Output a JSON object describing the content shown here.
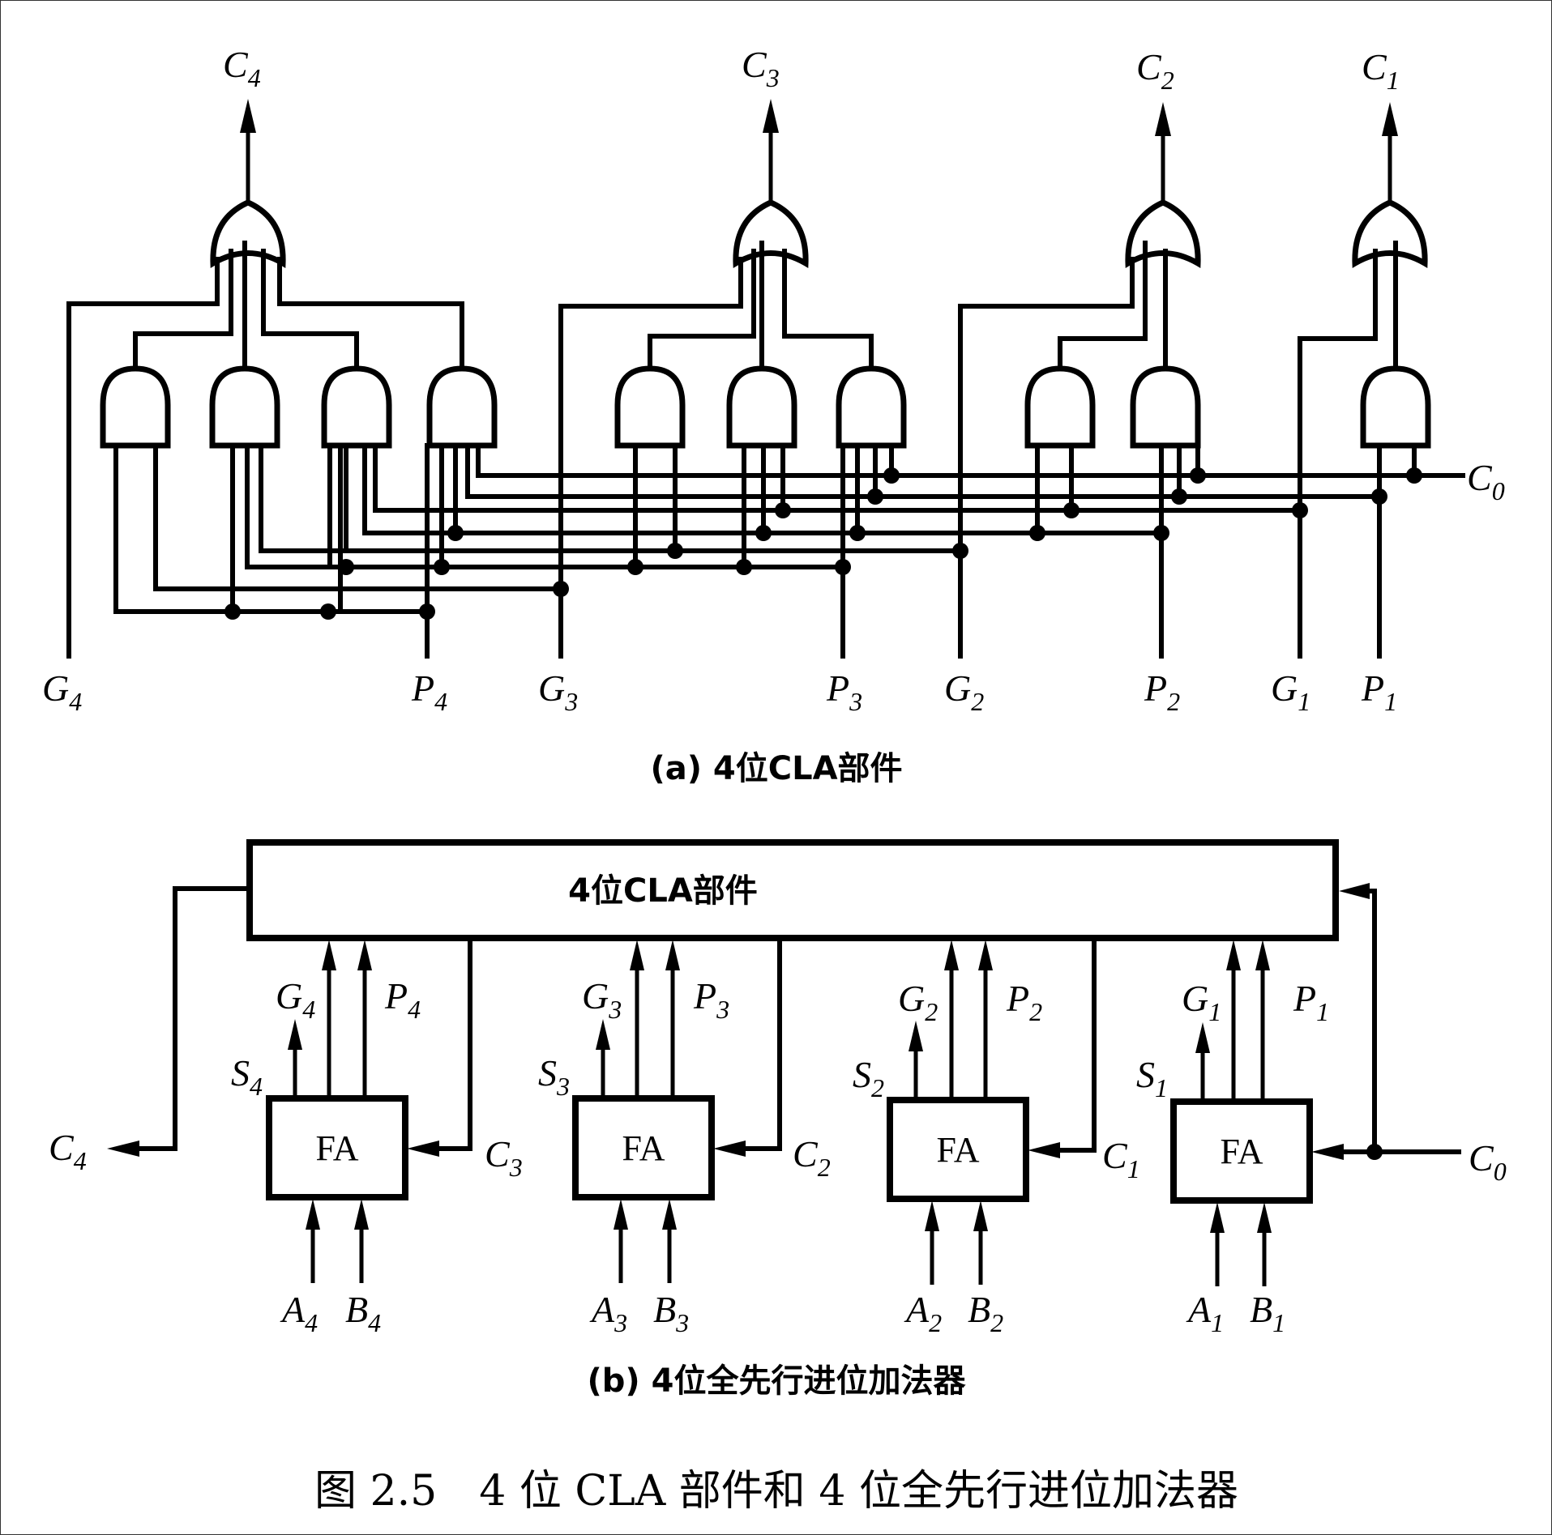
{
  "part_a": {
    "outputs": [
      {
        "name": "C",
        "sub": "4"
      },
      {
        "name": "C",
        "sub": "3"
      },
      {
        "name": "C",
        "sub": "2"
      },
      {
        "name": "C",
        "sub": "1"
      }
    ],
    "inputs": [
      {
        "name": "G",
        "sub": "4"
      },
      {
        "name": "P",
        "sub": "4"
      },
      {
        "name": "G",
        "sub": "3"
      },
      {
        "name": "P",
        "sub": "3"
      },
      {
        "name": "G",
        "sub": "2"
      },
      {
        "name": "P",
        "sub": "2"
      },
      {
        "name": "G",
        "sub": "1"
      },
      {
        "name": "P",
        "sub": "1"
      }
    ],
    "carry_in": {
      "name": "C",
      "sub": "0"
    },
    "caption": "(a) 4位CLA部件"
  },
  "part_b": {
    "cla_label": "4位CLA部件",
    "fa_label": "FA",
    "carry_out": {
      "name": "C",
      "sub": "4"
    },
    "carry_in": {
      "name": "C",
      "sub": "0"
    },
    "stages": [
      {
        "g": {
          "name": "G",
          "sub": "4"
        },
        "p": {
          "name": "P",
          "sub": "4"
        },
        "s": {
          "name": "S",
          "sub": "4"
        },
        "cin": {
          "name": "C",
          "sub": "3"
        },
        "a": {
          "name": "A",
          "sub": "4"
        },
        "b": {
          "name": "B",
          "sub": "4"
        }
      },
      {
        "g": {
          "name": "G",
          "sub": "3"
        },
        "p": {
          "name": "P",
          "sub": "3"
        },
        "s": {
          "name": "S",
          "sub": "3"
        },
        "cin": {
          "name": "C",
          "sub": "2"
        },
        "a": {
          "name": "A",
          "sub": "3"
        },
        "b": {
          "name": "B",
          "sub": "3"
        }
      },
      {
        "g": {
          "name": "G",
          "sub": "2"
        },
        "p": {
          "name": "P",
          "sub": "2"
        },
        "s": {
          "name": "S",
          "sub": "2"
        },
        "cin": {
          "name": "C",
          "sub": "1"
        },
        "a": {
          "name": "A",
          "sub": "2"
        },
        "b": {
          "name": "B",
          "sub": "2"
        }
      },
      {
        "g": {
          "name": "G",
          "sub": "1"
        },
        "p": {
          "name": "P",
          "sub": "1"
        },
        "s": {
          "name": "S",
          "sub": "1"
        },
        "cin": null,
        "a": {
          "name": "A",
          "sub": "1"
        },
        "b": {
          "name": "B",
          "sub": "1"
        }
      }
    ],
    "caption": "(b) 4位全先行进位加法器"
  },
  "figure_caption": "图 2.5　4 位 CLA 部件和 4 位全先行进位加法器"
}
